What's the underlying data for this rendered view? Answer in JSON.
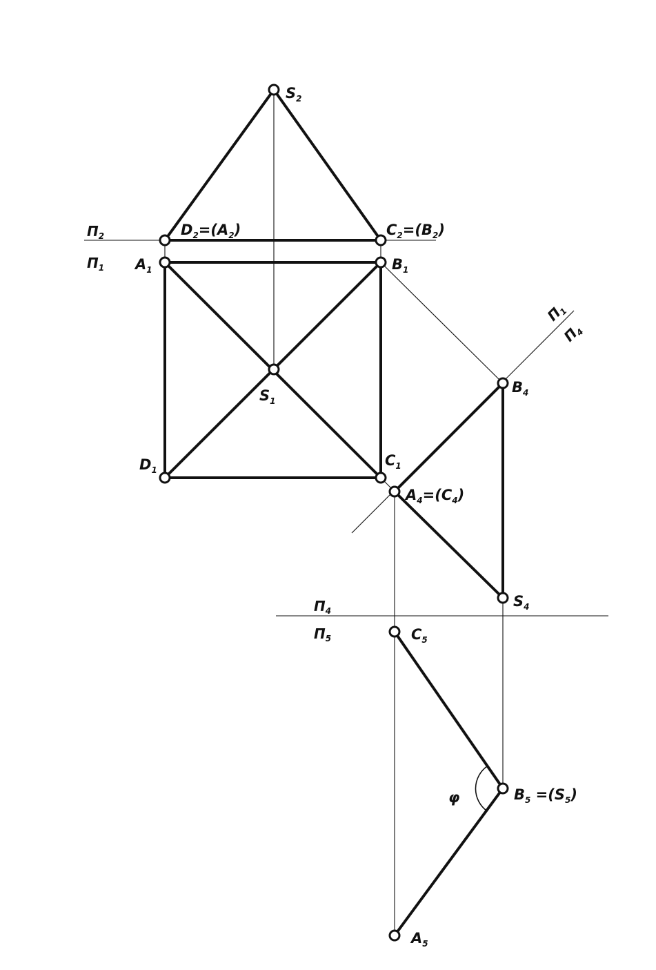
{
  "planes": {
    "p2": {
      "base": "Π",
      "sub": "2"
    },
    "p1": {
      "base": "Π",
      "sub": "1"
    },
    "p1b": {
      "base": "Π",
      "sub": "1"
    },
    "p4b": {
      "base": "Π",
      "sub": "4"
    },
    "p4": {
      "base": "Π",
      "sub": "4"
    },
    "p5": {
      "base": "Π",
      "sub": "5"
    }
  },
  "points": {
    "S2": {
      "base": "S",
      "sub": "2"
    },
    "D2A2": {
      "base": "D",
      "sub": "2",
      "rest": "=(A",
      "sub2": "2",
      "tail": ")"
    },
    "C2B2": {
      "base": "C",
      "sub": "2",
      "rest": "=(B",
      "sub2": "2",
      "tail": ")"
    },
    "A1": {
      "base": "A",
      "sub": "1"
    },
    "B1": {
      "base": "B",
      "sub": "1"
    },
    "S1": {
      "base": "S",
      "sub": "1"
    },
    "D1": {
      "base": "D",
      "sub": "1"
    },
    "C1": {
      "base": "C",
      "sub": "1"
    },
    "B4": {
      "base": "B",
      "sub": "4"
    },
    "A4C4": {
      "base": "A",
      "sub": "4",
      "rest": "=(C",
      "sub2": "4",
      "tail": ")"
    },
    "S4": {
      "base": "S",
      "sub": "4"
    },
    "C5": {
      "base": "C",
      "sub": "5"
    },
    "B5S5": {
      "base": "B",
      "sub": "5",
      "rest": " =(S",
      "sub2": "5",
      "tail": ")"
    },
    "A5": {
      "base": "A",
      "sub": "5"
    }
  },
  "angle_label": "φ"
}
